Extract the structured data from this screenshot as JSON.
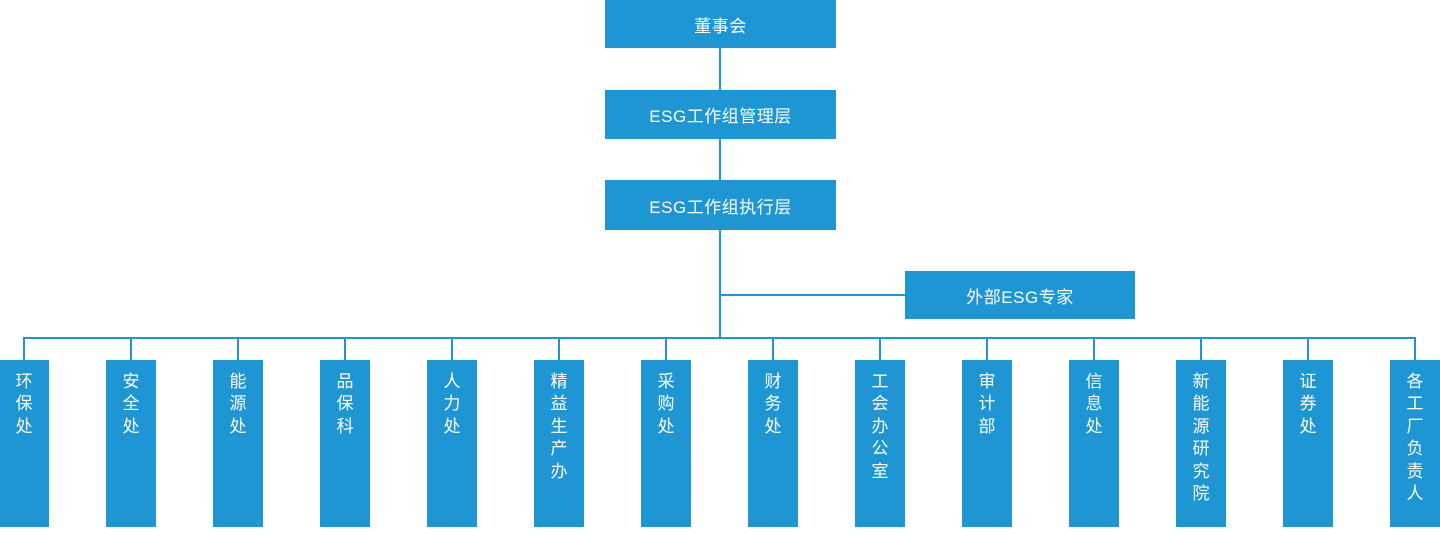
{
  "diagram": {
    "title_chain": {
      "board": "董事会",
      "management": "ESG工作组管理层",
      "execution": "ESG工作组执行层",
      "external_expert": "外部ESG专家"
    },
    "accent_color": "#1E96D4",
    "text_color": "#FFFFFF",
    "background_color": "#FFFFFF",
    "departments": [
      {
        "label": "环保处"
      },
      {
        "label": "安全处"
      },
      {
        "label": "能源处"
      },
      {
        "label": "品保科"
      },
      {
        "label": "人力处"
      },
      {
        "label": "精益生产办"
      },
      {
        "label": "采购处"
      },
      {
        "label": "财务处"
      },
      {
        "label": "工会办公室"
      },
      {
        "label": "审计部"
      },
      {
        "label": "信息处"
      },
      {
        "label": "新能源研究院"
      },
      {
        "label": "证券处"
      },
      {
        "label": "各工厂负责人"
      }
    ]
  }
}
